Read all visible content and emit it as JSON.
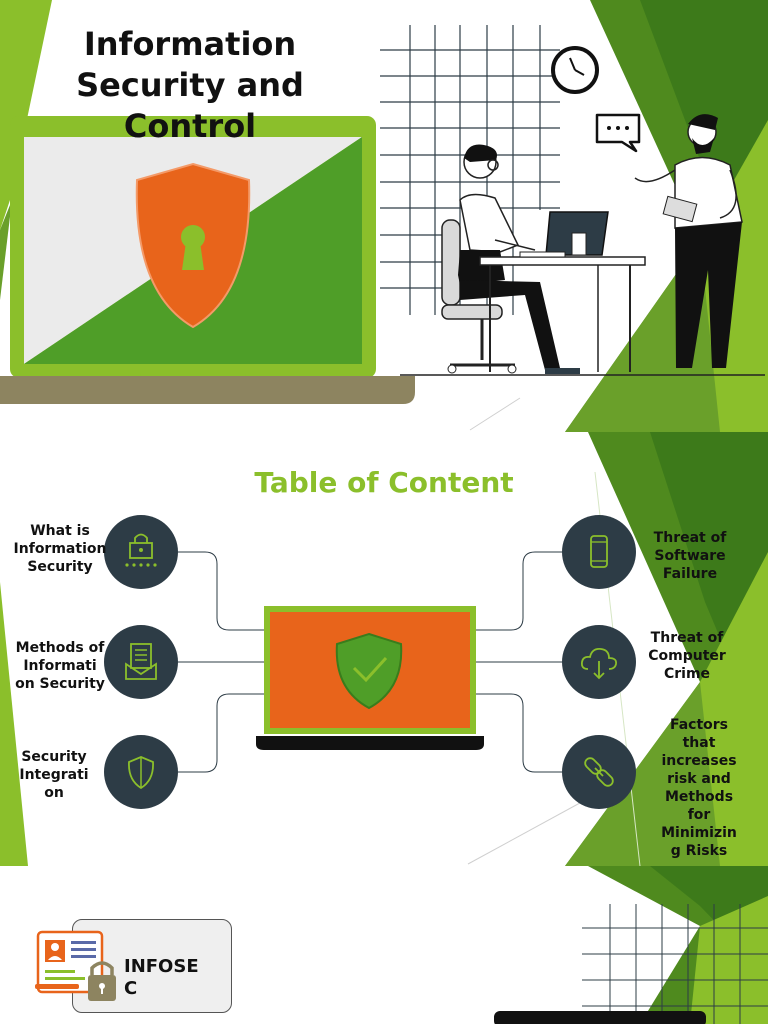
{
  "slide1": {
    "title": "Information Security and Control",
    "icons": [
      "shield-lock-icon",
      "clock-icon",
      "speech-bubble-icon"
    ]
  },
  "slide2": {
    "title": "Table of Content",
    "left_items": [
      {
        "label": "What is Information Security",
        "icon": "lock-password-icon"
      },
      {
        "label": "Methods of Informati on Security",
        "icon": "document-envelope-icon"
      },
      {
        "label": "Security Integrati on",
        "icon": "shield-icon"
      }
    ],
    "right_items": [
      {
        "label": "Threat of Software Failure",
        "icon": "smartphone-icon"
      },
      {
        "label": "Threat of Computer Crime",
        "icon": "cloud-download-icon"
      },
      {
        "label": "Factors that increases risk and Methods for Minimizin g Risks",
        "icon": "chain-link-icon"
      }
    ]
  },
  "slide3": {
    "badge_label": "INFOSE C"
  },
  "colors": {
    "accent_green": "#8bbf2b",
    "dark_green": "#4f8a1e",
    "orange": "#e8641b",
    "circle_navy": "#2d3c46",
    "laptop_brown": "#8d8460"
  }
}
